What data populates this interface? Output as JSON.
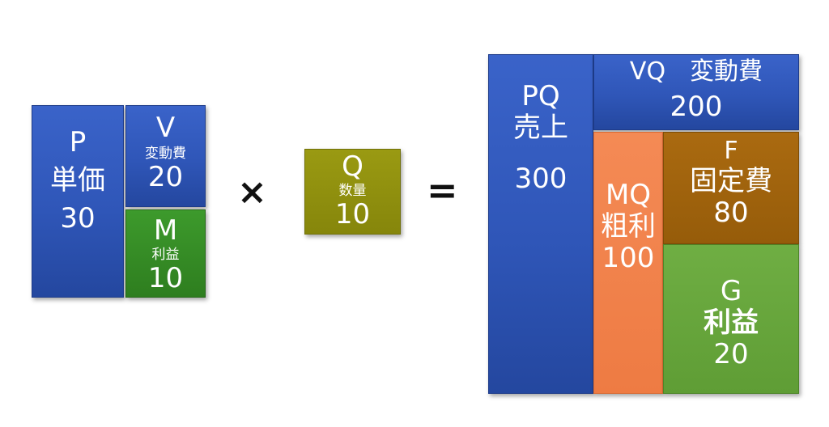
{
  "left": {
    "p": {
      "symbol": "P",
      "label": "単価",
      "value": "30"
    },
    "v": {
      "symbol": "V",
      "label": "変動費",
      "value": "20"
    },
    "m": {
      "symbol": "M",
      "label": "利益",
      "value": "10"
    }
  },
  "operators": {
    "multiply": "×",
    "equals": "="
  },
  "q": {
    "symbol": "Q",
    "label": "数量",
    "value": "10"
  },
  "right": {
    "pq": {
      "symbol": "PQ",
      "label": "売上",
      "value": "300"
    },
    "vq": {
      "symbol": "VQ",
      "label": "変動費",
      "value": "200"
    },
    "mq": {
      "symbol": "MQ",
      "label": "粗利",
      "value": "100"
    },
    "f": {
      "symbol": "F",
      "label": "固定費",
      "value": "80"
    },
    "g": {
      "symbol": "G",
      "label": "利益",
      "value": "20"
    }
  }
}
